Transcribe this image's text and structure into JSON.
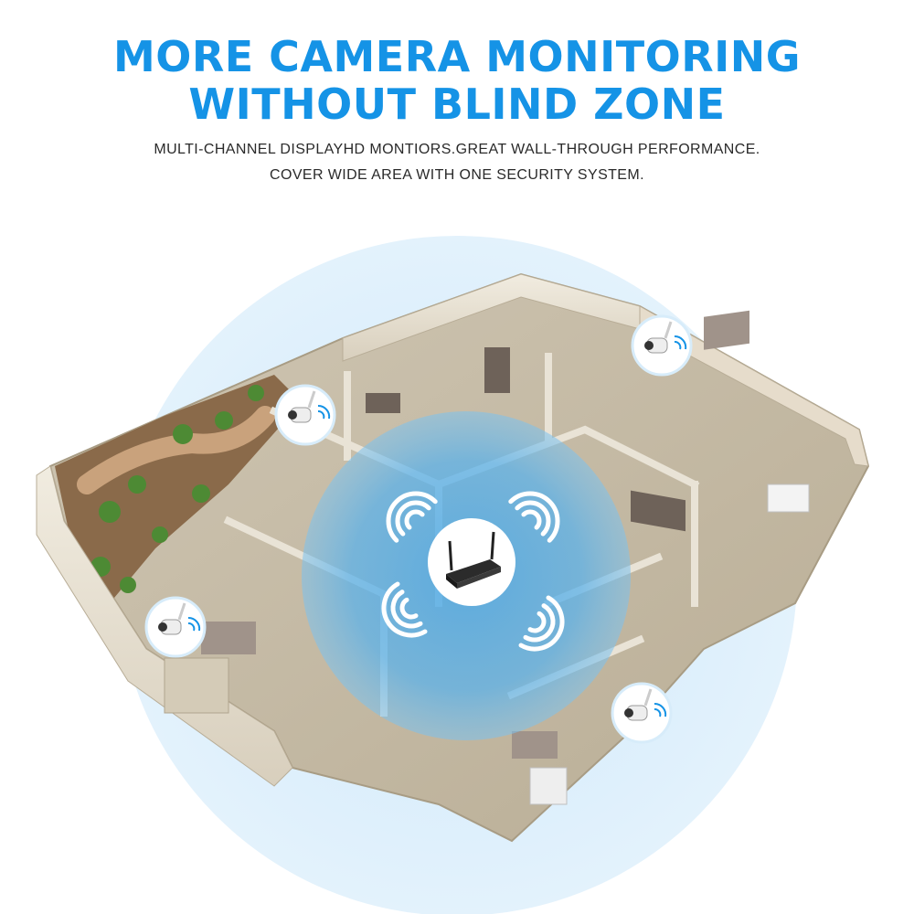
{
  "headline": {
    "line1": "MORE CAMERA MONITORING",
    "line2": "WITHOUT BLIND ZONE"
  },
  "subheadline": {
    "line1": "MULTI-CHANNEL DISPLAYHD MONTIORS.GREAT WALL-THROUGH PERFORMANCE.",
    "line2": "COVER WIDE AREA WITH ONE SECURITY SYSTEM."
  },
  "colors": {
    "headline": "#1593e6",
    "coverage_outer": "#d7ecfa",
    "coverage_inner": "#5cb2ea",
    "wifi_icon": "#222222"
  },
  "illustration": {
    "subject": "isometric-apartment-floor-plan",
    "camera_count": 4,
    "recorder_icon": "nvr-router-icon",
    "camera_icon": "wifi-camera-icon"
  }
}
